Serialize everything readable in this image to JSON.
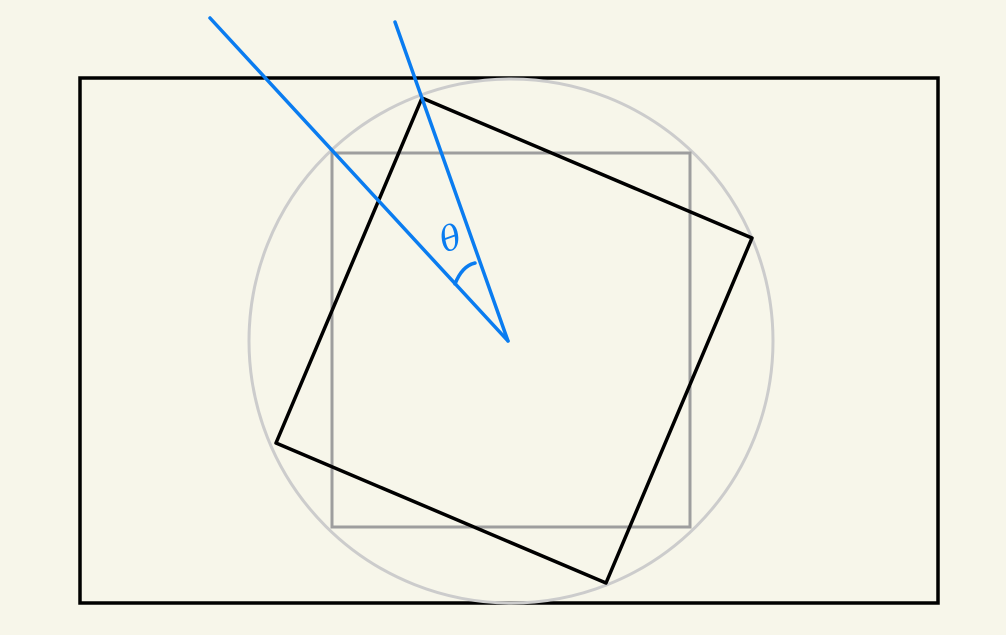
{
  "diagram": {
    "angle_label": "θ",
    "colors": {
      "background": "#f7f6ea",
      "outline": "#000000",
      "guide_square": "#9e9e9e",
      "circumcircle": "#cccccc",
      "angle_lines": "#0a7cf0"
    },
    "shapes": [
      "outer-rectangle",
      "circumscribed-circle",
      "axis-aligned-square",
      "rotated-square",
      "angle-ray-diagonal",
      "angle-ray-vertex",
      "angle-arc"
    ]
  }
}
